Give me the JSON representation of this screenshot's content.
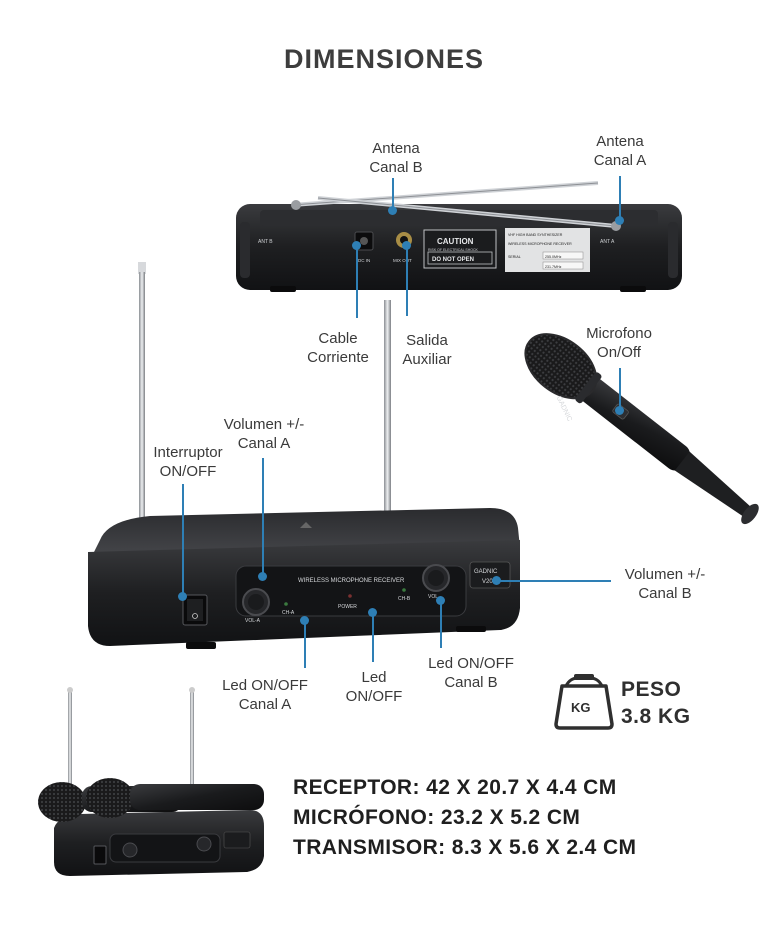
{
  "title": "DIMENSIONES",
  "callouts": {
    "antena_b": [
      "Antena",
      "Canal B"
    ],
    "antena_a": [
      "Antena",
      "Canal A"
    ],
    "cable": [
      "Cable",
      "Corriente"
    ],
    "salida": [
      "Salida",
      "Auxiliar"
    ],
    "microfono": [
      "Microfono",
      "On/Off"
    ],
    "volumen_a": [
      "Volumen +/-",
      "Canal A"
    ],
    "interruptor": [
      "Interruptor",
      "ON/OFF"
    ],
    "volumen_b": [
      "Volumen +/-",
      "Canal B"
    ],
    "led_a": [
      "Led ON/OFF",
      "Canal A"
    ],
    "led": [
      "Led",
      "ON/OFF"
    ],
    "led_b": [
      "Led ON/OFF",
      "Canal B"
    ]
  },
  "device_text": {
    "caution": "CAUTION",
    "do_not_open": "DO NOT OPEN",
    "risk": "RISK OF ELECTRICAL SHOCK",
    "ant_b": "ANT B",
    "ant_a": "ANT A",
    "dc_in": "DC IN",
    "mix_out": "MIX OUT",
    "sticker_title": "VHF HIGH BAND SYNTHESIZER",
    "sticker_sub": "WIRELESS MICROPHONE RECEIVER",
    "serial": "SERIAL",
    "freq_1": "255.0MHz",
    "freq_2": "231.7MHz",
    "front_title": "WIRELESS MICROPHONE RECEIVER",
    "power": "POWER",
    "ch_a": "CH-A",
    "ch_b": "CH-B",
    "vol_a": "VOL-A",
    "vol_b": "VOL",
    "brand": "GADNIC",
    "model": "V20",
    "mic_brand": "GADNIC"
  },
  "weight": {
    "icon_text": "KG",
    "label": "PESO",
    "value": "3.8 KG"
  },
  "specs": [
    "RECEPTOR: 42 X 20.7 X 4.4 CM",
    "MICRÓFONO: 23.2 X 5.2 CM",
    "TRANSMISOR: 8.3 X 5.6 X 2.4 CM"
  ],
  "colors": {
    "accent": "#2e7fb5",
    "device": "#1e1f21",
    "text": "#3a3a3a"
  }
}
